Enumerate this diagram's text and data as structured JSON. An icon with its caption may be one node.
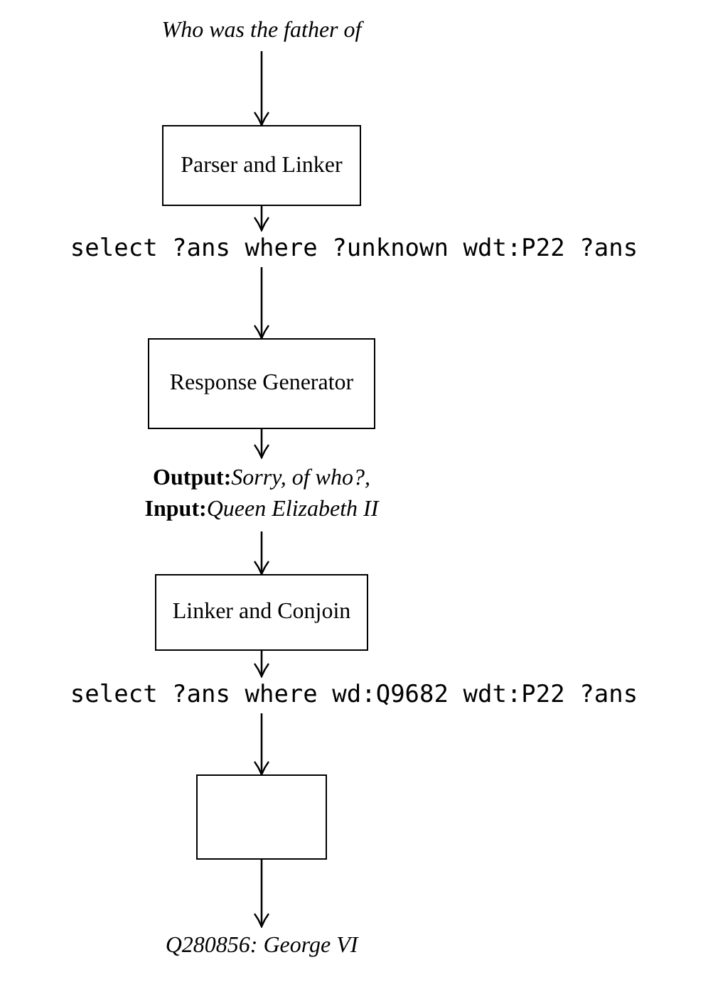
{
  "diagram": {
    "nodes": [
      {
        "text": [
          "Who was the father of"
        ]
      },
      {
        "text": [
          "Parser and Linker"
        ]
      },
      {
        "text": [
          "select ?ans where ?unknown wdt:P22 ?ans"
        ]
      },
      {
        "text": [
          "Response Generator"
        ]
      },
      {
        "text": [
          "**Output:**Sorry, of who?,",
          "**Input:**Queen Elizabeth II"
        ]
      },
      {
        "text": [
          "Linker and Conjoin"
        ]
      },
      {
        "text": [
          "select ?ans where wd:Q9682 wdt:P22 ?ans"
        ]
      },
      {
        "text": [],
        "shape": "box"
      },
      {
        "text": [
          "Q280856: George VI"
        ]
      }
    ],
    "edges": [
      {
        "from": 0,
        "to": 1,
        "arrow": "to"
      },
      {
        "from": 1,
        "to": 2,
        "arrow": "to"
      },
      {
        "from": 2,
        "to": 3,
        "arrow": "to"
      },
      {
        "from": 3,
        "to": 4,
        "arrow": "to"
      },
      {
        "from": 4,
        "to": 5,
        "arrow": "to"
      },
      {
        "from": 5,
        "to": 6,
        "arrow": "to"
      },
      {
        "from": 6,
        "to": 7,
        "arrow": "to"
      },
      {
        "from": 7,
        "to": 8,
        "arrow": "to"
      }
    ]
  }
}
